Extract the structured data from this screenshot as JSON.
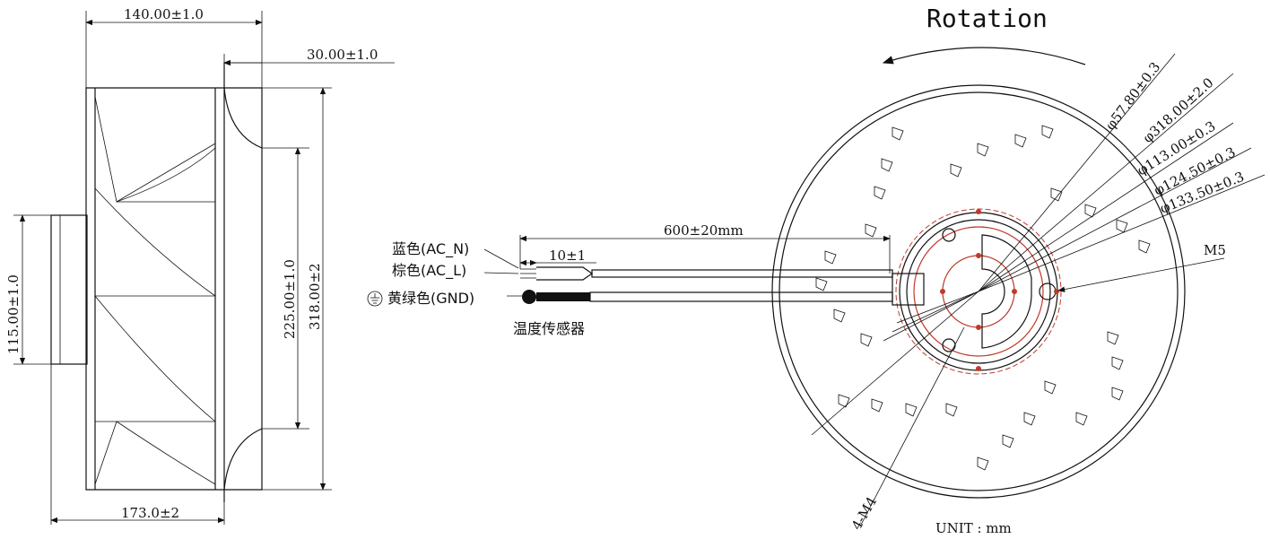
{
  "title": "Rotation",
  "unit_label": "UNIT : mm",
  "side_view": {
    "dim_width_total": "140.00±1.0",
    "dim_width_small": "30.00±1.0",
    "dim_height_small": "115.00±1.0",
    "dim_inner": "225.00±1.0",
    "dim_outer": "318.00±2",
    "dim_bottom": "173.0±2"
  },
  "cable": {
    "length": "600±20mm",
    "strip": "10±1",
    "wires": [
      "蓝色(AC_N)",
      "棕色(AC_L)",
      "黄绿色(GND)"
    ],
    "sensor_label": "温度传感器"
  },
  "front_view": {
    "diameters": [
      "φ57.80±0.3",
      "φ318.00±2.0",
      "φ113.00±0.3",
      "φ124.50±0.3",
      "φ133.50±0.3"
    ],
    "thread_right": "M5",
    "thread_bottom": "4-M4"
  },
  "colors": {
    "line": "#111111",
    "accent": "#c0392b"
  }
}
